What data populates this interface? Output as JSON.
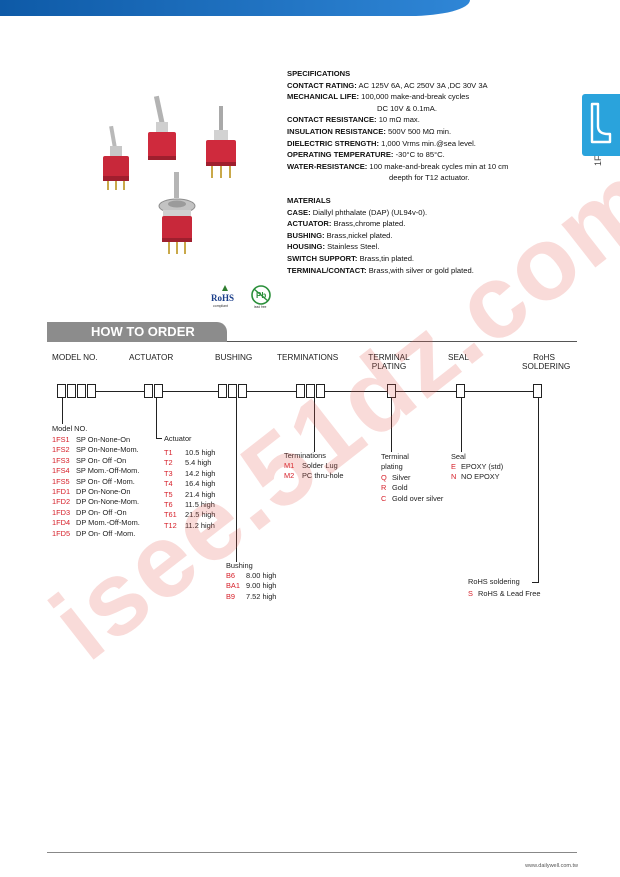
{
  "specs": {
    "heading": "SPECIFICATIONS",
    "contact_rating_label": "CONTACT RATING:",
    "contact_rating_value": "AC 125V 6A, AC 250V 3A ,DC 30V 3A",
    "mechanical_life_label": "MECHANICAL LIFE:",
    "mechanical_life_value": "100,000 make-and-break cycles",
    "mechanical_life_value2": "DC 10V & 0.1mA.",
    "contact_resistance_label": "CONTACT RESISTANCE:",
    "contact_resistance_value": "10 mΩ max.",
    "insulation_label": "INSULATION RESISTANCE:",
    "insulation_value": "500V 500 MΩ min.",
    "dielectric_label": "DIELECTRIC STRENGTH:",
    "dielectric_value": "1,000 Vrms min.@sea level.",
    "operating_label": "OPERATING TEMPERATURE:",
    "operating_value": "-30°C to 85°C.",
    "water_label": "WATER-RESISTANCE:",
    "water_value": "100 make-and-break cycles min at 10 cm",
    "water_value2": "deepth for T12 actuator."
  },
  "materials": {
    "heading": "MATERIALS",
    "case_label": "CASE:",
    "case_value": "Diallyl phthalate (DAP) (UL94v-0).",
    "actuator_label": "ACTUATOR:",
    "actuator_value": "Brass,chrome plated.",
    "bushing_label": "BUSHING:",
    "bushing_value": "Brass,nickel plated.",
    "housing_label": "HOUSING:",
    "housing_value": "Stainless Steel.",
    "support_label": "SWITCH SUPPORT:",
    "support_value": "Brass,tin plated.",
    "terminal_label": "TERMINAL/CONTACT:",
    "terminal_value": "Brass,with silver or gold plated."
  },
  "side_tab": {
    "code": "1F",
    "icon": "toggle-switch-icon",
    "color": "#2aa3dc"
  },
  "logos": {
    "rohs": "RoHS",
    "rohs_sub": "compliant",
    "pb": "Pb",
    "pb_sub": "lead free"
  },
  "how_to_order": {
    "title": "HOW TO ORDER",
    "headers": {
      "model": "MODEL NO.",
      "actuator": "ACTUATOR",
      "bushing": "BUSHING",
      "terminations": "TERMINATIONS",
      "plating1": "TERMINAL",
      "plating2": "PLATING",
      "seal": "SEAL",
      "rohs1": "RoHS",
      "rohs2": "SOLDERING"
    },
    "model_label": "Model NO.",
    "models": [
      {
        "code": "1FS1",
        "desc": "SP On-None-On"
      },
      {
        "code": "1FS2",
        "desc": "SP On-None-Mom."
      },
      {
        "code": "1FS3",
        "desc": "SP On- Off -On"
      },
      {
        "code": "1FS4",
        "desc": "SP Mom.-Off-Mom."
      },
      {
        "code": "1FS5",
        "desc": "SP On- Off -Mom."
      },
      {
        "code": "1FD1",
        "desc": "DP On-None-On"
      },
      {
        "code": "1FD2",
        "desc": "DP On-None-Mom."
      },
      {
        "code": "1FD3",
        "desc": "DP On- Off -On"
      },
      {
        "code": "1FD4",
        "desc": "DP Mom.-Off-Mom."
      },
      {
        "code": "1FD5",
        "desc": "DP On- Off -Mom."
      }
    ],
    "actuator_label": "Actuator",
    "actuators": [
      {
        "code": "T1",
        "desc": "10.5 high"
      },
      {
        "code": "T2",
        "desc": "5.4 high"
      },
      {
        "code": "T3",
        "desc": "14.2 high"
      },
      {
        "code": "T4",
        "desc": "16.4 high"
      },
      {
        "code": "T5",
        "desc": "21.4 high"
      },
      {
        "code": "T6",
        "desc": "11.5 high"
      },
      {
        "code": "T61",
        "desc": "21.5 high"
      },
      {
        "code": "T12",
        "desc": "11.2 high"
      }
    ],
    "bushing_label": "Bushing",
    "bushings": [
      {
        "code": "B6",
        "desc": "8.00 high"
      },
      {
        "code": "BA1",
        "desc": "9.00 high"
      },
      {
        "code": "B9",
        "desc": "7.52 high"
      }
    ],
    "terminations_label": "Terminations",
    "terminations": [
      {
        "code": "M1",
        "desc": "Solder Lug"
      },
      {
        "code": "M2",
        "desc": "PC thru-hole"
      }
    ],
    "plating_label1": "Terminal",
    "plating_label2": "plating",
    "platings": [
      {
        "code": "Q",
        "desc": "Silver"
      },
      {
        "code": "R",
        "desc": "Gold"
      },
      {
        "code": "C",
        "desc": "Gold over silver"
      }
    ],
    "seal_label": "Seal",
    "seals": [
      {
        "code": "E",
        "desc": "EPOXY (std)"
      },
      {
        "code": "N",
        "desc": "NO EPOXY"
      }
    ],
    "rohs_label": "RoHS soldering",
    "rohs": [
      {
        "code": "S",
        "desc": "RoHS & Lead Free"
      }
    ]
  },
  "watermark": "isee.51dz.com",
  "footer": {
    "url": "www.dailywell.com.tw"
  },
  "colors": {
    "accent_red": "#d6202a",
    "header_gray": "#8c8c8c",
    "brand_blue": "#0e5aa7"
  }
}
